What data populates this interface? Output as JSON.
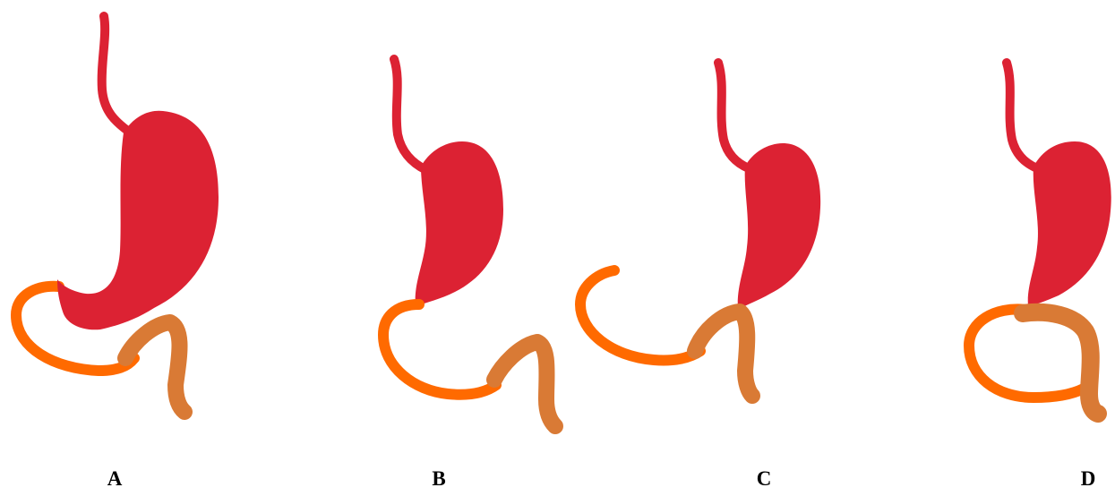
{
  "panels": [
    {
      "label": "A"
    },
    {
      "label": "B"
    },
    {
      "label": "C"
    },
    {
      "label": "D"
    }
  ],
  "colors": {
    "stomach": "#dc2233",
    "limb_bright": "#ff6a00",
    "limb_tan": "#d97a35"
  }
}
